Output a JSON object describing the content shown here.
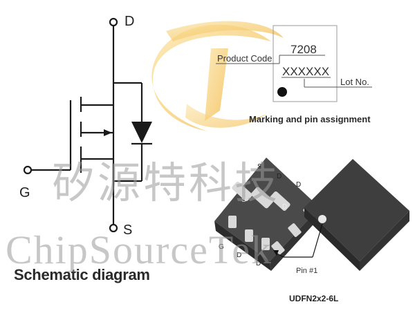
{
  "schematic": {
    "pin_d": "D",
    "pin_g": "G",
    "pin_s": "S",
    "title": "Schematic diagram"
  },
  "marking": {
    "code": "7208",
    "lot": "XXXXXX",
    "product_code_label": "Product Code",
    "lot_label": "Lot No.",
    "title": "Marking and pin assignment"
  },
  "package": {
    "top_pins": [
      "S",
      "D",
      "D"
    ],
    "middle_pins": [
      "S",
      "D"
    ],
    "bottom_pins": [
      "G",
      "D",
      "D"
    ],
    "pin1_label": "Pin #1",
    "name": "UDFN2x2-6L"
  },
  "watermark": {
    "chinese": "矽源特科技",
    "english": "ChipSourceTek"
  },
  "colors": {
    "logo_yellow": "#f6cf72",
    "line": "#1a1a1a",
    "chip_body": "#3a3a3a",
    "pad": "#d9d9d9"
  }
}
